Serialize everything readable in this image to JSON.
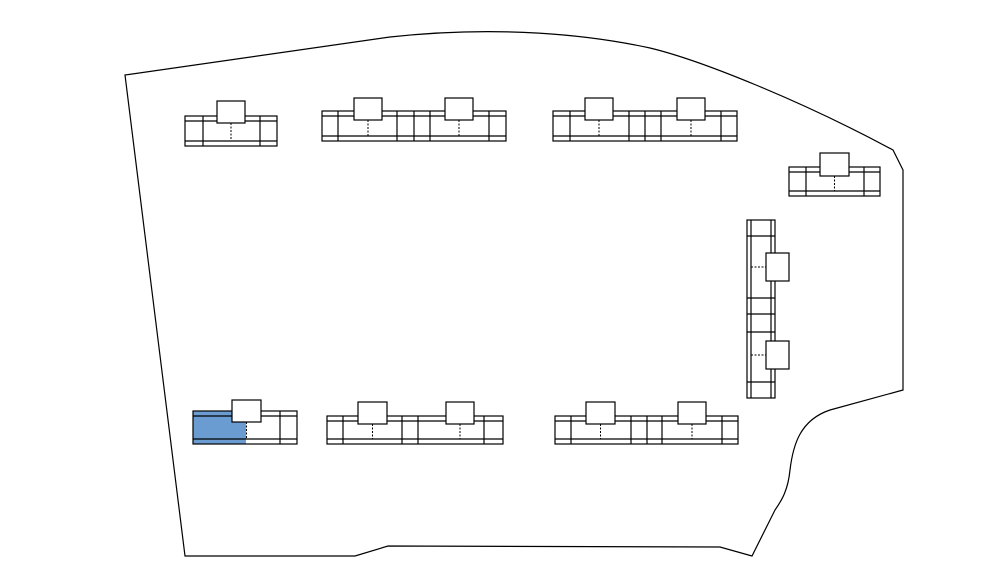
{
  "colors": {
    "outline": "#000000",
    "background": "#ffffff",
    "highlight": "#6a9bd1"
  },
  "units": [
    {
      "name": "unit-row-top-1",
      "highlighted": false
    },
    {
      "name": "unit-row-top-2",
      "highlighted": false
    },
    {
      "name": "unit-row-top-3",
      "highlighted": false
    },
    {
      "name": "unit-right-1",
      "highlighted": false
    },
    {
      "name": "unit-right-vertical",
      "highlighted": false
    },
    {
      "name": "unit-row-bottom-1",
      "highlighted": true
    },
    {
      "name": "unit-row-bottom-2",
      "highlighted": false
    },
    {
      "name": "unit-row-bottom-3",
      "highlighted": false
    }
  ]
}
